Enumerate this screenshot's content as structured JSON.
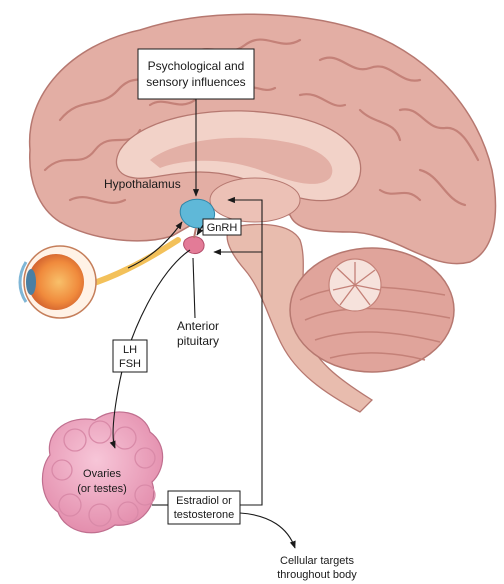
{
  "labels": {
    "psych_line1": "Psychological and",
    "psych_line2": "sensory influences",
    "hypothalamus": "Hypothalamus",
    "gnrh": "GnRH",
    "anterior_line1": "Anterior",
    "anterior_line2": "pituitary",
    "lh": "LH",
    "fsh": "FSH",
    "ovaries_line1": "Ovaries",
    "ovaries_line2": "(or testes)",
    "estradiol_line1": "Estradiol or",
    "estradiol_line2": "testosterone",
    "targets_line1": "Cellular targets",
    "targets_line2": "throughout body"
  },
  "colors": {
    "brain": "#e3aea4",
    "brain_gyri_shadow": "#c98a80",
    "brain_inner": "#f2d2c8",
    "cerebellum": "#e0a49b",
    "brainstem": "#e8bcae",
    "hypothalamus": "#5fb8d8",
    "ovary": "#f0a7c2",
    "eye_iris": "#f08a3c",
    "optic_nerve": "#f3c15a"
  }
}
